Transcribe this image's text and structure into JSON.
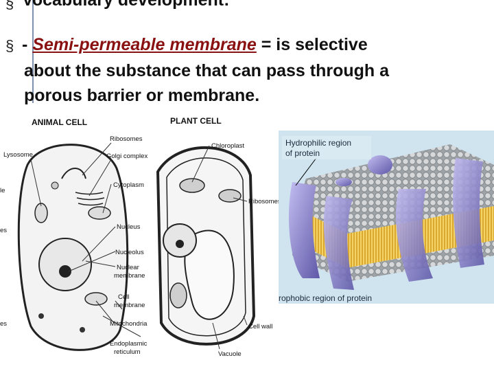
{
  "slide": {
    "bullet_glyph": "§",
    "line1": "Vocabulary development:",
    "line2_prefix": "- ",
    "line2_term": "Semi-permeable membrane",
    "line2_rest": " = is selective",
    "line3": "about the substance that can pass through a",
    "line4": "porous barrier or membrane."
  },
  "cell_figure": {
    "animal_title": "ANIMAL CELL",
    "plant_title": "PLANT CELL",
    "labels": {
      "ribosomes": "Ribosomes",
      "golgi": "Golgi complex",
      "lysosome": "Lysosome",
      "cytoplasm": "Cytoplasm",
      "nucleus": "Nucleus",
      "nucleolus": "Nucleolus",
      "nuclear_membrane_1": "Nuclear",
      "nuclear_membrane_2": "membrane",
      "cell_membrane_1": "Cell",
      "cell_membrane_2": "membrane",
      "mitochondria": "Mitochondria",
      "er_1": "Endoplasmic",
      "er_2": "reticulum",
      "chloroplast": "Chloroplast",
      "plant_ribosomes": "Ribosomes",
      "cell_wall": "Cell wall",
      "vacuole": "Vacuole",
      "cut_le": "le",
      "cut_es1": "es",
      "cut_es2": "es"
    }
  },
  "membrane_figure": {
    "hydrophilic_1": "Hydrophilic region",
    "hydrophilic_2": "of protein",
    "hydrophobic": "rophobic region of protein",
    "colors": {
      "lipid_tail": "#e3b533",
      "head": "#b9b9b9",
      "protein": "#8e86c9"
    }
  },
  "colors": {
    "text": "#111111",
    "term": "#8a1111",
    "rule": "#7f8fb0"
  }
}
